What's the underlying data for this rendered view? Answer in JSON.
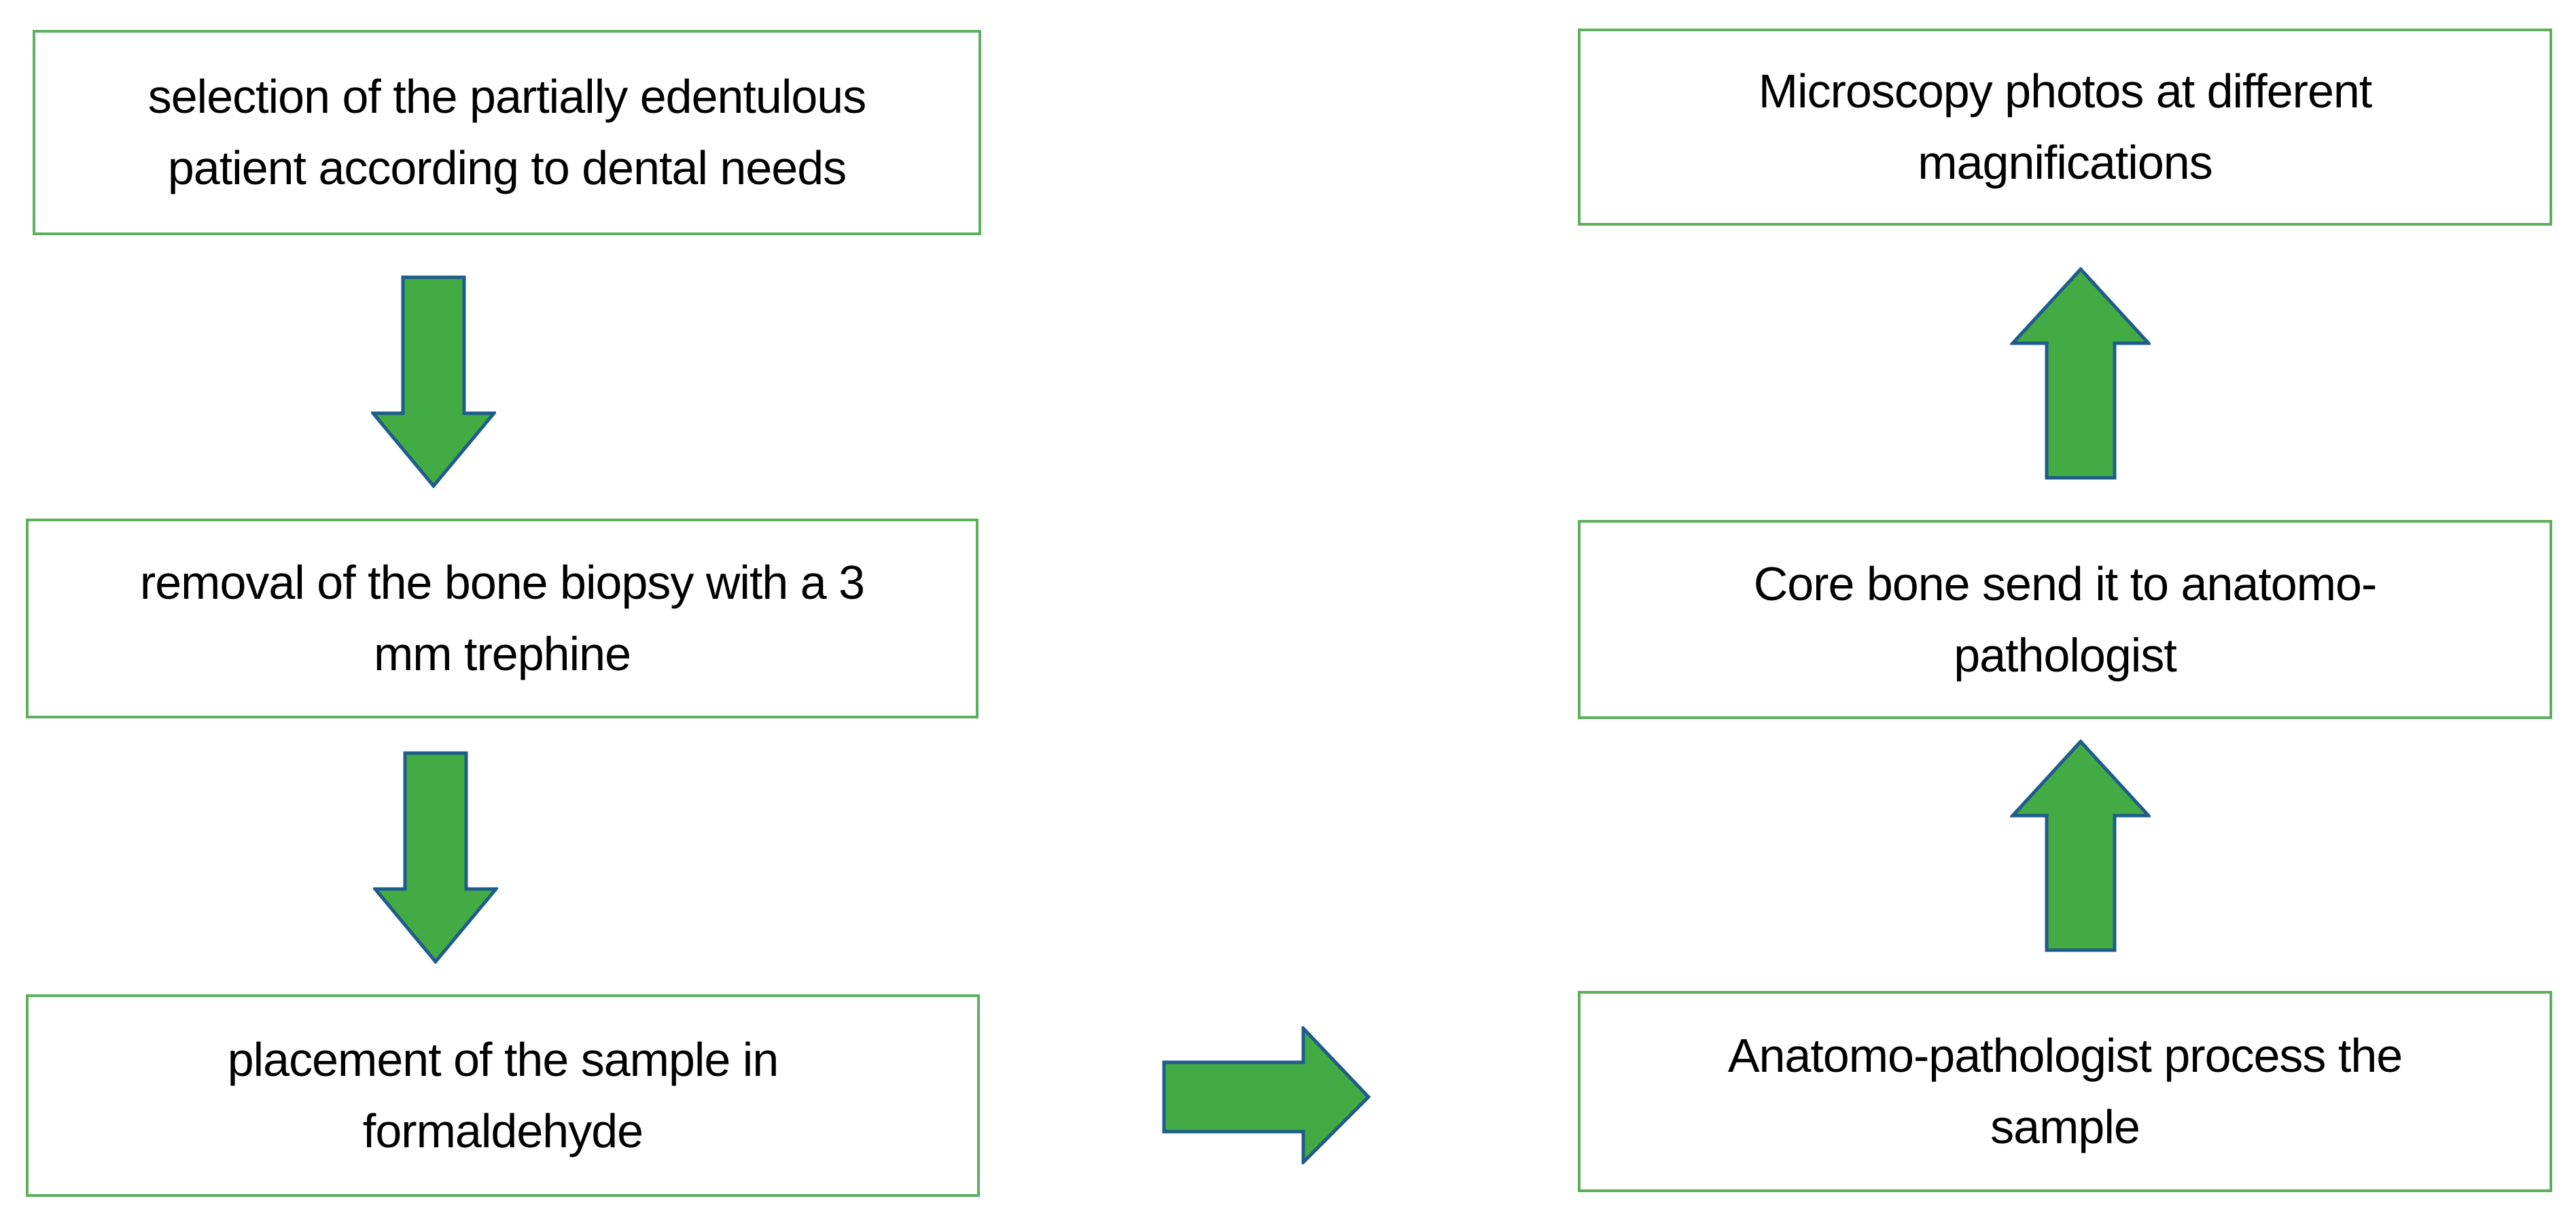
{
  "colors": {
    "page_background": "#FFFFFF",
    "box_border": "#5CAF5C",
    "box_background": "#FFFFFF",
    "arrow_fill": "#43AB43",
    "arrow_outline": "#1F5C8B",
    "text": "#000000"
  },
  "flowchart": {
    "left_column": [
      {
        "id": "step-1",
        "label": "selection of the partially edentulous\npatient according to dental needs"
      },
      {
        "id": "step-2",
        "label": "removal of the bone biopsy with a 3\nmm trephine"
      },
      {
        "id": "step-3",
        "label": "placement of the sample in\nformaldehyde"
      }
    ],
    "right_column": [
      {
        "id": "step-6",
        "label": "Microscopy photos at different\nmagnifications"
      },
      {
        "id": "step-5",
        "label": "Core bone send it to anatomo-\npathologist"
      },
      {
        "id": "step-4",
        "label": "Anatomo-pathologist process the\nsample"
      }
    ],
    "arrows": [
      {
        "id": "arrow-1",
        "direction": "down",
        "from": "step-1",
        "to": "step-2"
      },
      {
        "id": "arrow-2",
        "direction": "down",
        "from": "step-2",
        "to": "step-3"
      },
      {
        "id": "arrow-3",
        "direction": "right",
        "from": "step-3",
        "to": "step-4"
      },
      {
        "id": "arrow-4",
        "direction": "up",
        "from": "step-4",
        "to": "step-5"
      },
      {
        "id": "arrow-5",
        "direction": "up",
        "from": "step-5",
        "to": "step-6"
      }
    ]
  }
}
